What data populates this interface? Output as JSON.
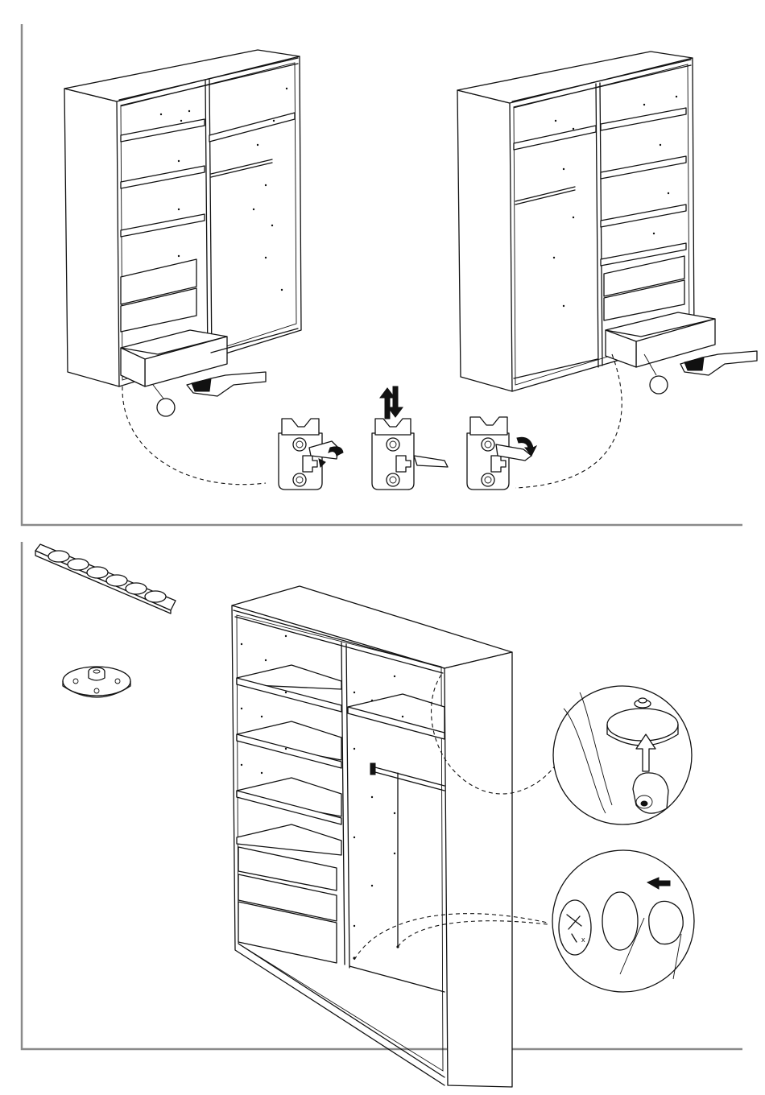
{
  "document": {
    "type": "assembly-instructions",
    "steps": [
      {
        "name": "drawer-runner-adjustment",
        "panels": [
          "wardrobe-drawers-left",
          "wardrobe-drawers-right"
        ],
        "detail_icons": [
          "runner-clip-icon",
          "screwdriver-icon",
          "rotate-arrow-icon",
          "up-down-arrow-icon"
        ],
        "callout_markers": 2
      },
      {
        "name": "wardrobe-feet-and-caps",
        "parts": [
          "adhesive-pad-strip-icon",
          "glide-foot-icon",
          "cover-cap-icon"
        ],
        "adhesive_pads_on_strip": 6,
        "detail_icons": [
          "press-arrow-icon",
          "push-arrow-icon"
        ]
      }
    ]
  },
  "colors": {
    "line": "#111111",
    "frame": "#8a8a8a",
    "background": "#ffffff"
  }
}
